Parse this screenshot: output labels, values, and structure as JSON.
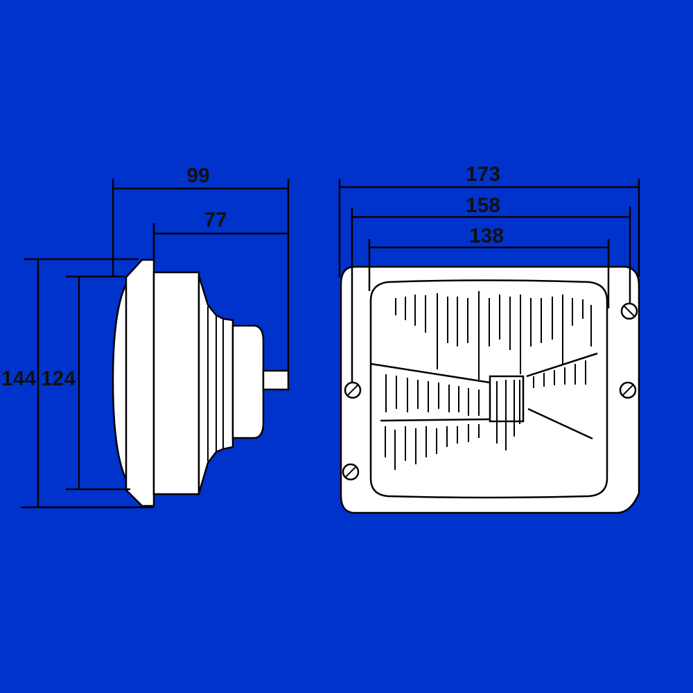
{
  "colors": {
    "background": "#0033CC",
    "body": "#FFFFFF",
    "ink": "#000000",
    "text": "#111111"
  },
  "side_view": {
    "overall_depth": "99",
    "body_depth": "77",
    "overall_height": "144",
    "lens_height": "124"
  },
  "front_view": {
    "overall_width": "173",
    "screw_spacing": "158",
    "lens_width": "138"
  }
}
